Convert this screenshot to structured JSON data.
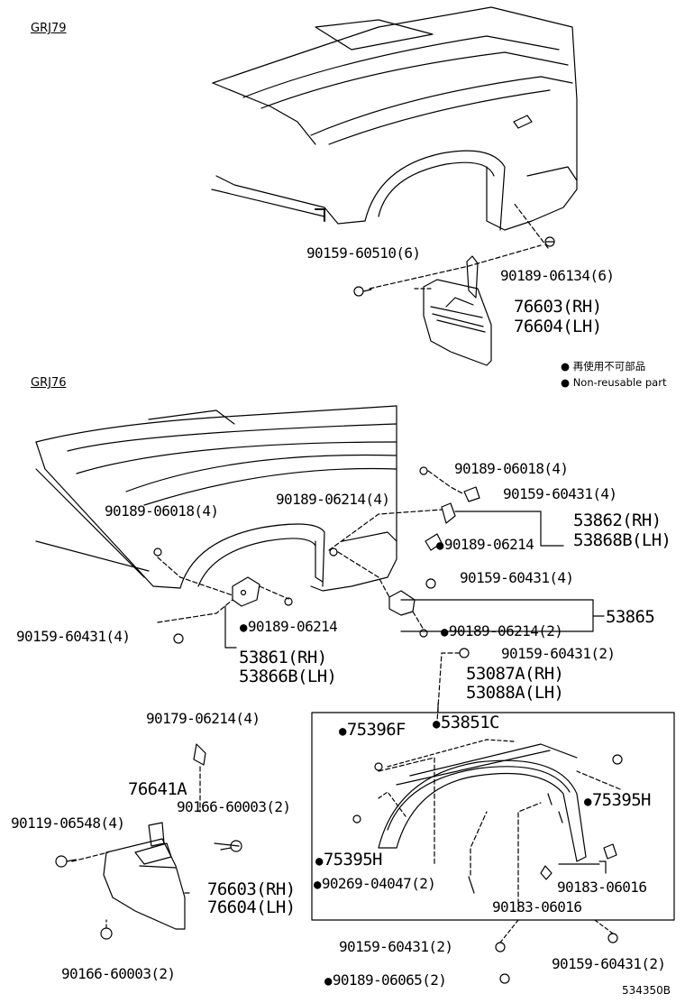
{
  "groups": {
    "grj79": "GRJ79",
    "grj76": "GRJ76"
  },
  "legend": {
    "marker": "●",
    "jp": "再使用不可部品",
    "en": "Non-reusable part"
  },
  "grj79_parts": {
    "p1": "90159-60510(6)",
    "p2": "90189-06134(6)",
    "p3": "76603(RH)",
    "p4": "76604(LH)"
  },
  "grj76_parts": {
    "p01": "90189-06018(4)",
    "p02": "90159-60431(4)",
    "p03": "90189-06214(4)",
    "p04": "53862(RH)",
    "p05": "53868B(LH)",
    "p06": "90189-06214",
    "p07": "90189-06018(4)",
    "p08": "90159-60431(4)",
    "p09": "53865",
    "p10": "90189-06214",
    "p11": "90159-60431(4)",
    "p12": "90189-06214(2)",
    "p13": "53861(RH)",
    "p14": "53866B(LH)",
    "p15": "90159-60431(2)",
    "p16": "53087A(RH)",
    "p17": "53088A(LH)",
    "p18": "90179-06214(4)",
    "p19": "75396F",
    "p20": "53851C",
    "p21": "76641A",
    "p22": "90166-60003(2)",
    "p23": "75395H",
    "p24": "90119-06548(4)",
    "p25": "75395H",
    "p26": "90269-04047(2)",
    "p27": "90183-06016",
    "p28": "76603(RH)",
    "p29": "76604(LH)",
    "p30": "90183-06016",
    "p31": "90159-60431(2)",
    "p32": "90159-60431(2)",
    "p33": "90166-60003(2)",
    "p34": "90189-06065(2)"
  },
  "reference_code": "534350B"
}
